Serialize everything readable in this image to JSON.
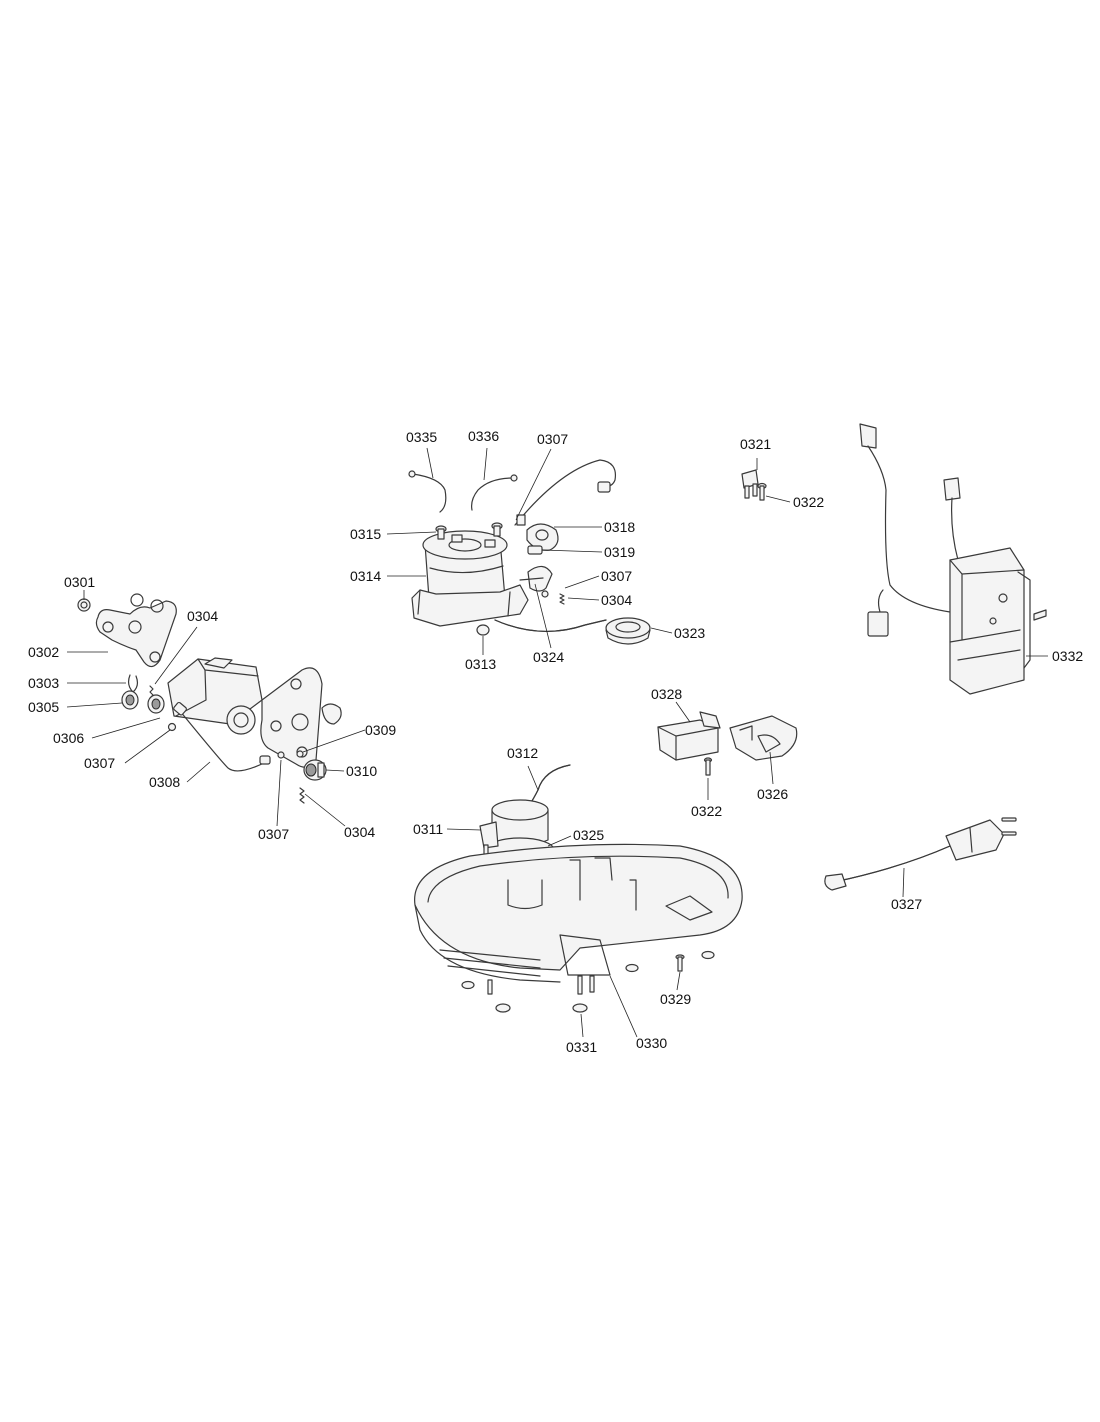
{
  "callouts": {
    "c0301": "0301",
    "c0302": "0302",
    "c0303": "0303",
    "c0304_a": "0304",
    "c0304_b": "0304",
    "c0304_c": "0304",
    "c0305": "0305",
    "c0306": "0306",
    "c0307_a": "0307",
    "c0307_b": "0307",
    "c0307_c": "0307",
    "c0307_d": "0307",
    "c0308": "0308",
    "c0309": "0309",
    "c0310": "0310",
    "c0311": "0311",
    "c0312": "0312",
    "c0313": "0313",
    "c0314": "0314",
    "c0315": "0315",
    "c0318": "0318",
    "c0319": "0319",
    "c0321": "0321",
    "c0322_a": "0322",
    "c0322_b": "0322",
    "c0323": "0323",
    "c0324": "0324",
    "c0325": "0325",
    "c0326": "0326",
    "c0327": "0327",
    "c0328": "0328",
    "c0329": "0329",
    "c0330": "0330",
    "c0331": "0331",
    "c0332": "0332",
    "c0335": "0335",
    "c0336": "0336"
  }
}
